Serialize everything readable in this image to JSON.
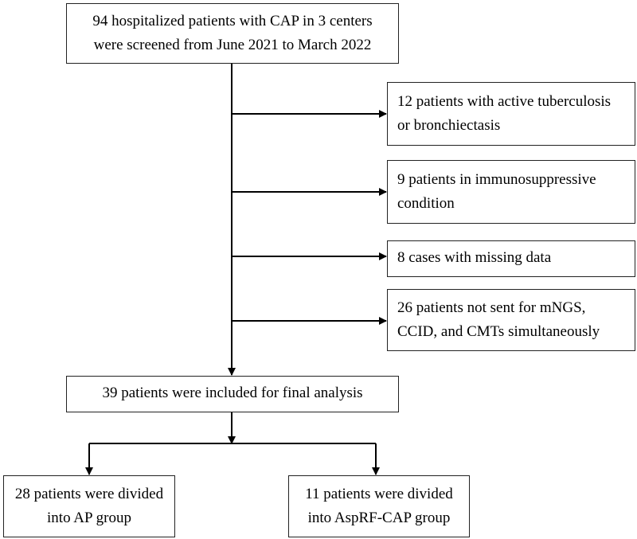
{
  "flowchart": {
    "screening": [
      "94 hospitalized patients with CAP in 3 centers",
      "were screened from June 2021 to March 2022"
    ],
    "exclusions": [
      [
        "12 patients with active tuberculosis",
        "or bronchiectasis"
      ],
      [
        "9 patients in immunosuppressive",
        "condition"
      ],
      [
        "8 cases with missing data"
      ],
      [
        "26 patients not sent for mNGS,",
        "CCID, and CMTs simultaneously"
      ]
    ],
    "included": [
      "39 patients were included for final analysis"
    ],
    "groups": [
      [
        "28 patients were divided",
        "into AP group"
      ],
      [
        "11 patients were divided",
        "into AspRF-CAP group"
      ]
    ]
  },
  "colors": {
    "line": "#000000",
    "border": "#222222",
    "background": "#ffffff"
  }
}
